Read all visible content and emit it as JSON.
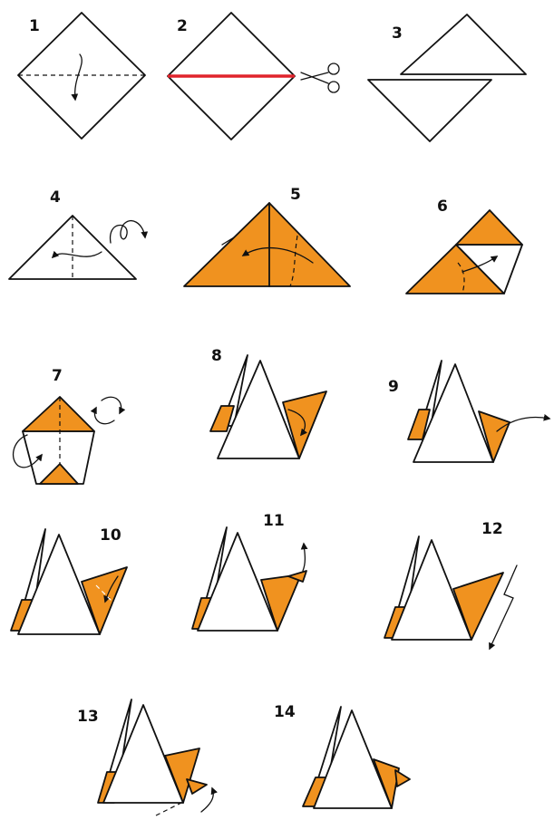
{
  "colors": {
    "paper_colored": "#f0921f",
    "paper_white": "#ffffff",
    "outline": "#111111",
    "cut_line": "#e0242c",
    "background": "#ffffff"
  },
  "steps": [
    {
      "number": "1",
      "icons": [
        "fold-down-arrow-icon"
      ]
    },
    {
      "number": "2",
      "icons": [
        "scissors-icon"
      ]
    },
    {
      "number": "3",
      "icons": []
    },
    {
      "number": "4",
      "icons": [
        "fold-left-arrow-icon",
        "turn-over-icon"
      ]
    },
    {
      "number": "5",
      "icons": [
        "fold-left-arrow-icon"
      ]
    },
    {
      "number": "6",
      "icons": [
        "fold-up-arrow-icon"
      ]
    },
    {
      "number": "7",
      "icons": [
        "fold-arrow-icon",
        "rotate-icon"
      ]
    },
    {
      "number": "8",
      "icons": [
        "fold-down-arrow-icon"
      ]
    },
    {
      "number": "9",
      "icons": [
        "pull-out-arrow-icon"
      ]
    },
    {
      "number": "10",
      "icons": [
        "fold-down-arrow-icon"
      ]
    },
    {
      "number": "11",
      "icons": [
        "fold-up-arrow-icon"
      ]
    },
    {
      "number": "12",
      "icons": [
        "zigzag-arrow-icon"
      ]
    },
    {
      "number": "13",
      "icons": [
        "fold-arrow-icon"
      ]
    },
    {
      "number": "14",
      "icons": []
    }
  ]
}
